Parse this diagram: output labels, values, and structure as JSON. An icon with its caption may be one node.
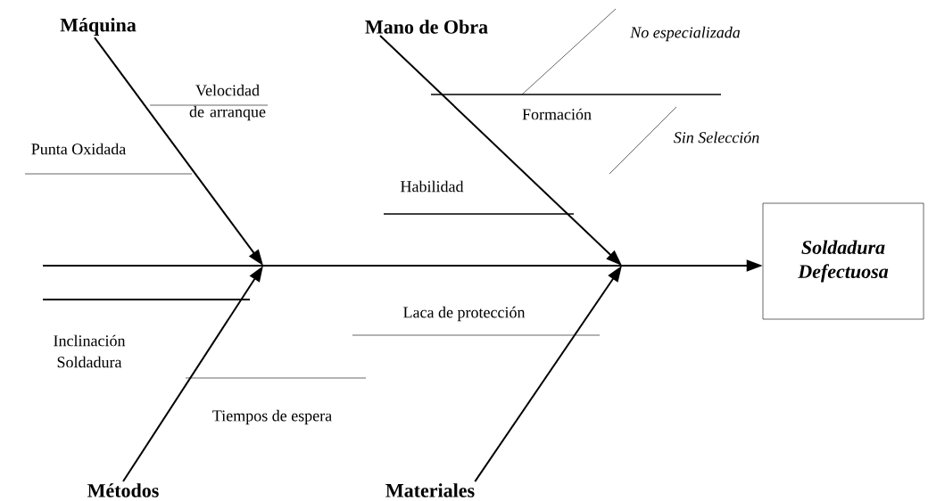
{
  "diagram": {
    "nodes": [
      {
        "text": [
          "Máquina"
        ]
      },
      {
        "text": [
          "Mano de Obra"
        ]
      },
      {
        "text": [
          "Métodos"
        ]
      },
      {
        "text": [
          "Materiales"
        ]
      },
      {
        "text": [
          "Soldadura Defectuosa"
        ]
      }
    ],
    "edges": [
      {
        "from": 0,
        "to": null,
        "arrow": "to"
      },
      {
        "from": 1,
        "to": null,
        "arrow": "to"
      },
      {
        "from": 2,
        "to": null,
        "arrow": "to"
      },
      {
        "from": 3,
        "to": null,
        "arrow": "to"
      },
      {
        "from": null,
        "to": 4,
        "arrow": "to"
      }
    ],
    "labels": [
      "Velocidad de arranque",
      "Punta Oxidada",
      "No especializada",
      "Formación",
      "Sin Selección",
      "Habilidad",
      "Inclinación Soldadura",
      "Laca de protección",
      "Tiempos de espera"
    ]
  }
}
